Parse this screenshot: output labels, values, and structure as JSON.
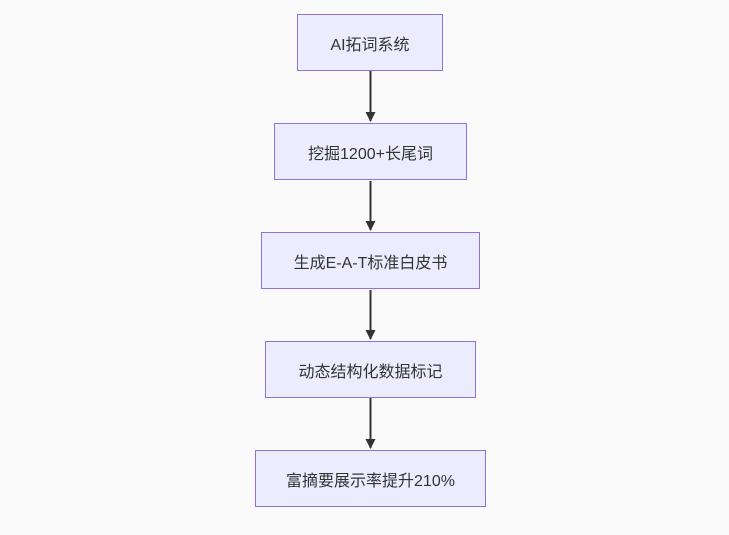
{
  "diagram": {
    "type": "flowchart",
    "direction": "top-down",
    "nodes": [
      {
        "id": "node-1",
        "label": "AI拓词系统"
      },
      {
        "id": "node-2",
        "label": "挖掘1200+长尾词"
      },
      {
        "id": "node-3",
        "label": "生成E-A-T标准白皮书"
      },
      {
        "id": "node-4",
        "label": "动态结构化数据标记"
      },
      {
        "id": "node-5",
        "label": "富摘要展示率提升210%"
      }
    ],
    "edges": [
      {
        "from": "node-1",
        "to": "node-2",
        "style": "solid-arrow"
      },
      {
        "from": "node-2",
        "to": "node-3",
        "style": "solid-arrow"
      },
      {
        "from": "node-3",
        "to": "node-4",
        "style": "solid-arrow"
      },
      {
        "from": "node-4",
        "to": "node-5",
        "style": "solid-arrow"
      }
    ],
    "colors": {
      "background": "#fafafa",
      "node_fill": "#ececff",
      "node_border": "#9370db",
      "node_text": "#333333",
      "arrow": "#333333"
    }
  }
}
